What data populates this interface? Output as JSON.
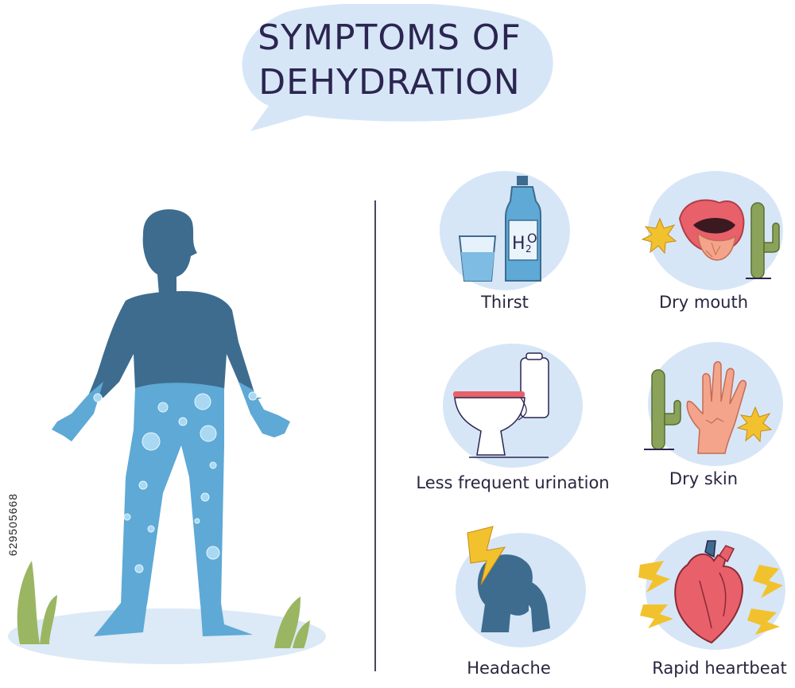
{
  "title": {
    "line1": "SYMPTOMS OF",
    "line2": "DEHYDRATION"
  },
  "symptoms": [
    {
      "label": "Thirst",
      "icon": "water-bottle-and-glass-icon"
    },
    {
      "label": "Dry mouth",
      "icon": "dry-mouth-icon"
    },
    {
      "label": "Less frequent urination",
      "icon": "toilet-icon"
    },
    {
      "label": "Dry skin",
      "icon": "dry-hand-icon"
    },
    {
      "label": "Headache",
      "icon": "headache-icon"
    },
    {
      "label": "Rapid heartbeat",
      "icon": "heart-icon"
    }
  ],
  "watermark_id": "629505668",
  "colors": {
    "bubble": "#d6e6f7",
    "person_dark": "#3d6c8f",
    "person_water": "#5ea9d6",
    "title_text": "#2b2550",
    "accent_yellow": "#f2c22e",
    "cactus": "#8aa25a",
    "skin_pink": "#f4a48a",
    "lips": "#e8606a"
  }
}
